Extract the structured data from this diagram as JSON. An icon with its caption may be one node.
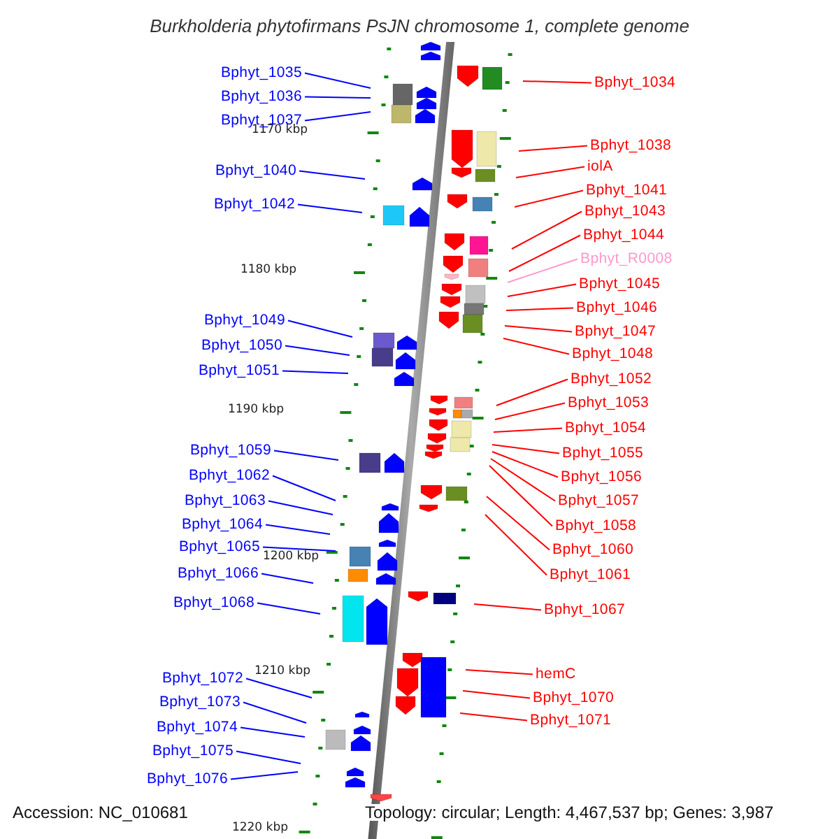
{
  "diagram": {
    "title": "Burkholderia phytofirmans PsJN chromosome 1, complete genome",
    "nodes": [
      {
        "text": [
          "Bphyt_1035"
        ]
      },
      {
        "text": [
          "Bphyt_1036"
        ]
      },
      {
        "text": [
          "Bphyt_1037"
        ]
      },
      {
        "text": [
          "Bphyt_1040"
        ]
      },
      {
        "text": [
          "Bphyt_1042"
        ]
      },
      {
        "text": [
          "Bphyt_1049"
        ]
      },
      {
        "text": [
          "Bphyt_1050"
        ]
      },
      {
        "text": [
          "Bphyt_1051"
        ]
      },
      {
        "text": [
          "Bphyt_1059"
        ]
      },
      {
        "text": [
          "Bphyt_1062"
        ]
      },
      {
        "text": [
          "Bphyt_1063"
        ]
      },
      {
        "text": [
          "Bphyt_1064"
        ]
      },
      {
        "text": [
          "Bphyt_1065"
        ]
      },
      {
        "text": [
          "Bphyt_1066"
        ]
      },
      {
        "text": [
          "Bphyt_1068"
        ]
      },
      {
        "text": [
          "Bphyt_1072"
        ]
      },
      {
        "text": [
          "Bphyt_1073"
        ]
      },
      {
        "text": [
          "Bphyt_1074"
        ]
      },
      {
        "text": [
          "Bphyt_1075"
        ]
      },
      {
        "text": [
          "Bphyt_1076"
        ]
      },
      {
        "text": [
          "Bphyt_1034"
        ]
      },
      {
        "text": [
          "Bphyt_1038"
        ]
      },
      {
        "text": [
          "iolA"
        ]
      },
      {
        "text": [
          "Bphyt_1041"
        ]
      },
      {
        "text": [
          "Bphyt_1043"
        ]
      },
      {
        "text": [
          "Bphyt_1044"
        ]
      },
      {
        "text": [
          "Bphyt_R0008"
        ]
      },
      {
        "text": [
          "Bphyt_1045"
        ]
      },
      {
        "text": [
          "Bphyt_1046"
        ]
      },
      {
        "text": [
          "Bphyt_1047"
        ]
      },
      {
        "text": [
          "Bphyt_1048"
        ]
      },
      {
        "text": [
          "Bphyt_1052"
        ]
      },
      {
        "text": [
          "Bphyt_1053"
        ]
      },
      {
        "text": [
          "Bphyt_1054"
        ]
      },
      {
        "text": [
          "Bphyt_1055"
        ]
      },
      {
        "text": [
          "Bphyt_1056"
        ]
      },
      {
        "text": [
          "Bphyt_1057"
        ]
      },
      {
        "text": [
          "Bphyt_1058"
        ]
      },
      {
        "text": [
          "Bphyt_1060"
        ]
      },
      {
        "text": [
          "Bphyt_1061"
        ]
      },
      {
        "text": [
          "Bphyt_1067"
        ]
      },
      {
        "text": [
          "hemC"
        ]
      },
      {
        "text": [
          "Bphyt_1070"
        ]
      },
      {
        "text": [
          "Bphyt_1071"
        ]
      }
    ],
    "edges": [
      {
        "from": 0,
        "to": null,
        "arrow": "none",
        "color": "#0000ff"
      },
      {
        "from": 1,
        "to": null,
        "arrow": "none",
        "color": "#0000ff"
      },
      {
        "from": 2,
        "to": null,
        "arrow": "none",
        "color": "#0000ff"
      },
      {
        "from": 3,
        "to": null,
        "arrow": "none",
        "color": "#0000ff"
      },
      {
        "from": 4,
        "to": null,
        "arrow": "none",
        "color": "#0000ff"
      },
      {
        "from": 5,
        "to": null,
        "arrow": "none",
        "color": "#0000ff"
      },
      {
        "from": 6,
        "to": null,
        "arrow": "none",
        "color": "#0000ff"
      },
      {
        "from": 7,
        "to": null,
        "arrow": "none",
        "color": "#0000ff"
      },
      {
        "from": 8,
        "to": null,
        "arrow": "none",
        "color": "#0000ff"
      },
      {
        "from": 9,
        "to": null,
        "arrow": "none",
        "color": "#0000ff"
      },
      {
        "from": 10,
        "to": null,
        "arrow": "none",
        "color": "#0000ff"
      },
      {
        "from": 11,
        "to": null,
        "arrow": "none",
        "color": "#0000ff"
      },
      {
        "from": 12,
        "to": null,
        "arrow": "none",
        "color": "#0000ff"
      },
      {
        "from": 13,
        "to": null,
        "arrow": "none",
        "color": "#0000ff"
      },
      {
        "from": 14,
        "to": null,
        "arrow": "none",
        "color": "#0000ff"
      },
      {
        "from": 15,
        "to": null,
        "arrow": "none",
        "color": "#0000ff"
      },
      {
        "from": 16,
        "to": null,
        "arrow": "none",
        "color": "#0000ff"
      },
      {
        "from": 17,
        "to": null,
        "arrow": "none",
        "color": "#0000ff"
      },
      {
        "from": 18,
        "to": null,
        "arrow": "none",
        "color": "#0000ff"
      },
      {
        "from": 19,
        "to": null,
        "arrow": "none",
        "color": "#0000ff"
      },
      {
        "from": 20,
        "to": null,
        "arrow": "none"
      },
      {
        "from": 21,
        "to": null,
        "arrow": "none"
      },
      {
        "from": 22,
        "to": null,
        "arrow": "none"
      },
      {
        "from": 23,
        "to": null,
        "arrow": "none"
      },
      {
        "from": 24,
        "to": null,
        "arrow": "none"
      },
      {
        "from": 25,
        "to": null,
        "arrow": "none"
      },
      {
        "from": 26,
        "to": null,
        "arrow": "none",
        "color": "#ff99cc"
      },
      {
        "from": 27,
        "to": null,
        "arrow": "none"
      },
      {
        "from": 28,
        "to": null,
        "arrow": "none"
      },
      {
        "from": 29,
        "to": null,
        "arrow": "none"
      },
      {
        "from": 30,
        "to": null,
        "arrow": "none"
      },
      {
        "from": 31,
        "to": null,
        "arrow": "none"
      },
      {
        "from": 32,
        "to": null,
        "arrow": "none"
      },
      {
        "from": 33,
        "to": null,
        "arrow": "none"
      },
      {
        "from": 34,
        "to": null,
        "arrow": "none"
      },
      {
        "from": 35,
        "to": null,
        "arrow": "none"
      },
      {
        "from": 36,
        "to": null,
        "arrow": "none"
      },
      {
        "from": 37,
        "to": null,
        "arrow": "none"
      },
      {
        "from": 38,
        "to": null,
        "arrow": "none"
      },
      {
        "from": 39,
        "to": null,
        "arrow": "none"
      },
      {
        "from": 40,
        "to": null,
        "arrow": "none"
      },
      {
        "from": 41,
        "to": null,
        "arrow": "none"
      },
      {
        "from": 42,
        "to": null,
        "arrow": "none"
      },
      {
        "from": 43,
        "to": null,
        "arrow": "none"
      }
    ],
    "labels": [
      "1170 kbp",
      "1180 kbp",
      "1190 kbp",
      "1200 kbp",
      "1210 kbp",
      "1220 kbp",
      "Accession: NC_010681",
      "Topology: circular; Length: 4,467,537 bp; Genes: 3,987"
    ]
  }
}
